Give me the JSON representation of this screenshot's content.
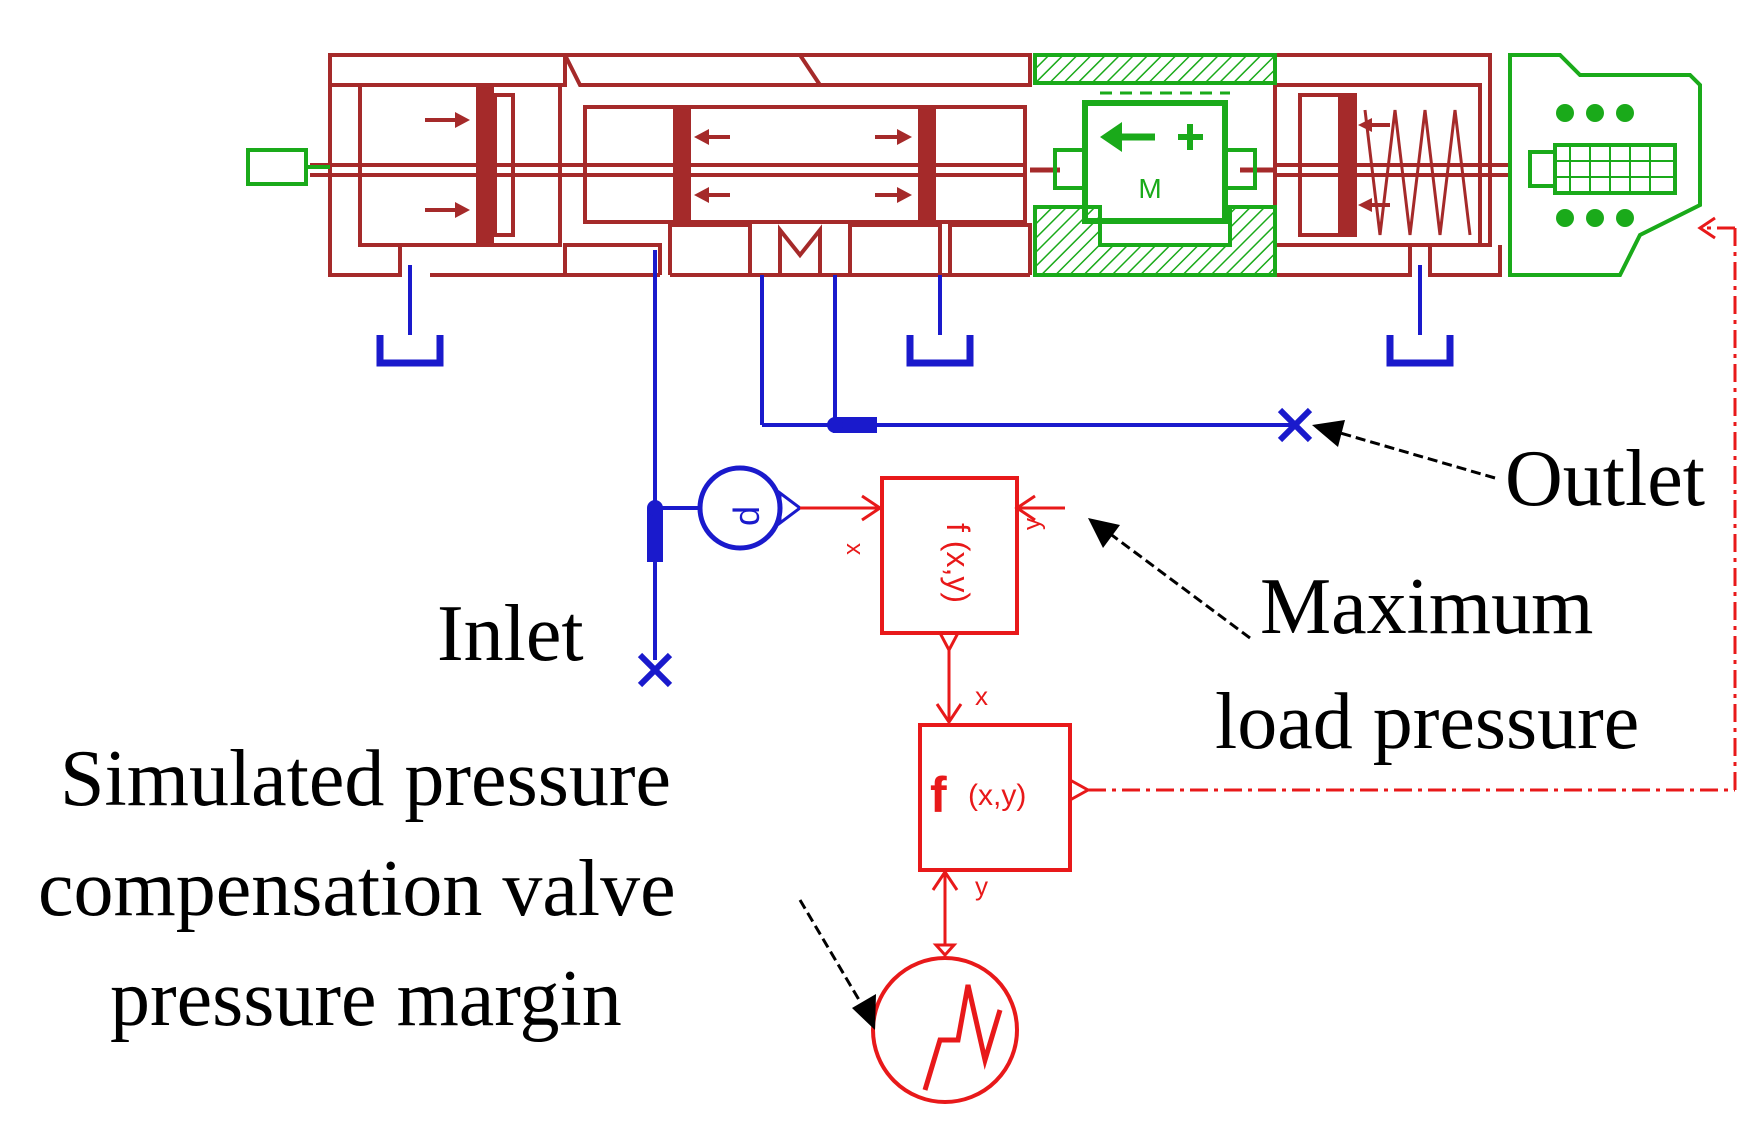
{
  "labels": {
    "outlet": "Outlet",
    "inlet": "Inlet",
    "max_load_line1": "Maximum",
    "max_load_line2": "load pressure",
    "margin_line1": "Simulated pressure",
    "margin_line2": "compensation valve",
    "margin_line3": "pressure margin"
  },
  "blocks": {
    "fxy_upper": "f (x,y)",
    "fxy_lower_f": "f",
    "fxy_lower_args": "(x,y)",
    "port_x": "x",
    "port_y": "y",
    "motor": "M",
    "pressure_sensor": "p"
  },
  "colors": {
    "valve": "#a52a2a",
    "solenoid": "#1aaa1a",
    "hydraulic": "#1a1acc",
    "signal": "#e8191a",
    "text": "#000000"
  }
}
